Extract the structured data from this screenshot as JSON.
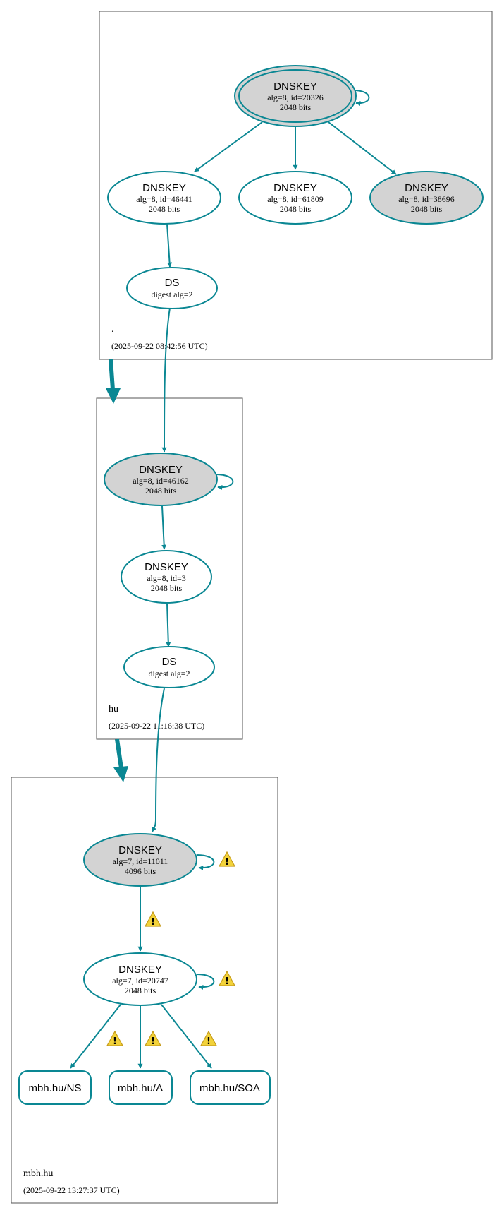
{
  "zones": {
    "root": {
      "name": ".",
      "timestamp": "(2025-09-22 08:42:56 UTC)"
    },
    "hu": {
      "name": "hu",
      "timestamp": "(2025-09-22 11:16:38 UTC)"
    },
    "mbh": {
      "name": "mbh.hu",
      "timestamp": "(2025-09-22 13:27:37 UTC)"
    }
  },
  "nodes": {
    "root_ksk": {
      "title": "DNSKEY",
      "line1": "alg=8, id=20326",
      "line2": "2048 bits",
      "style": "ksk",
      "trust_anchor": true
    },
    "root_zsk1": {
      "title": "DNSKEY",
      "line1": "alg=8, id=46441",
      "line2": "2048 bits",
      "style": "plain"
    },
    "root_zsk2": {
      "title": "DNSKEY",
      "line1": "alg=8, id=61809",
      "line2": "2048 bits",
      "style": "plain"
    },
    "root_ksk2": {
      "title": "DNSKEY",
      "line1": "alg=8, id=38696",
      "line2": "2048 bits",
      "style": "ksk"
    },
    "root_ds": {
      "title": "DS",
      "line1": "digest alg=2"
    },
    "hu_ksk": {
      "title": "DNSKEY",
      "line1": "alg=8, id=46162",
      "line2": "2048 bits",
      "style": "ksk"
    },
    "hu_zsk": {
      "title": "DNSKEY",
      "line1": "alg=8, id=3",
      "line2": "2048 bits",
      "style": "plain"
    },
    "hu_ds": {
      "title": "DS",
      "line1": "digest alg=2"
    },
    "mbh_ksk": {
      "title": "DNSKEY",
      "line1": "alg=7, id=11011",
      "line2": "4096 bits",
      "style": "ksk"
    },
    "mbh_zsk": {
      "title": "DNSKEY",
      "line1": "alg=7, id=20747",
      "line2": "2048 bits",
      "style": "plain"
    }
  },
  "rrsets": [
    {
      "label": "mbh.hu/NS"
    },
    {
      "label": "mbh.hu/A"
    },
    {
      "label": "mbh.hu/SOA"
    }
  ],
  "warning_icon": "warning-triangle-icon",
  "colors": {
    "edge": "#0a8793",
    "ksk_fill": "#d3d3d3",
    "warning": "#f2d23a"
  }
}
